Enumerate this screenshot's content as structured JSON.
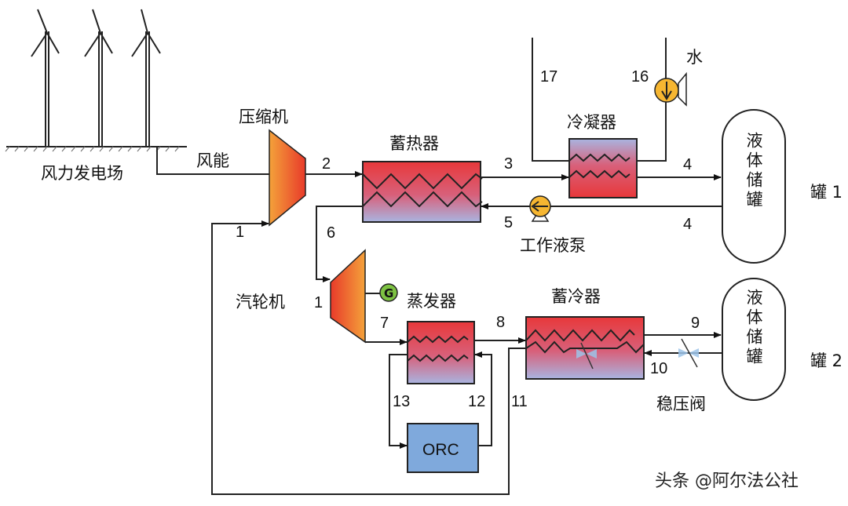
{
  "labels": {
    "wind_farm": "风力发电场",
    "wind_energy": "风能",
    "compressor": "压缩机",
    "heat_storage": "蓄热器",
    "condenser": "冷凝器",
    "water": "水",
    "tank_text": "液体储罐",
    "tank1": "罐 1",
    "tank2": "罐 2",
    "working_pump": "工作液泵",
    "turbine": "汽轮机",
    "evaporator": "蒸发器",
    "cold_storage": "蓄冷器",
    "orc": "ORC",
    "pressure_valve": "稳压阀",
    "generator": "G",
    "watermark": "头条 @阿尔法公社"
  },
  "streams": {
    "s1a": "1",
    "s1b": "1",
    "s2": "2",
    "s3": "3",
    "s4a": "4",
    "s4b": "4",
    "s5": "5",
    "s6": "6",
    "s7": "7",
    "s8": "8",
    "s9": "9",
    "s10": "10",
    "s11": "11",
    "s12": "12",
    "s13": "13",
    "s16": "16",
    "s17": "17"
  },
  "colors": {
    "hot": "#e8383a",
    "cold": "#a9b4e0",
    "machine_orange": "#f4a23a",
    "pump": "#f6b631",
    "generator": "#7dc242",
    "orc_box": "#7fa9dc"
  }
}
